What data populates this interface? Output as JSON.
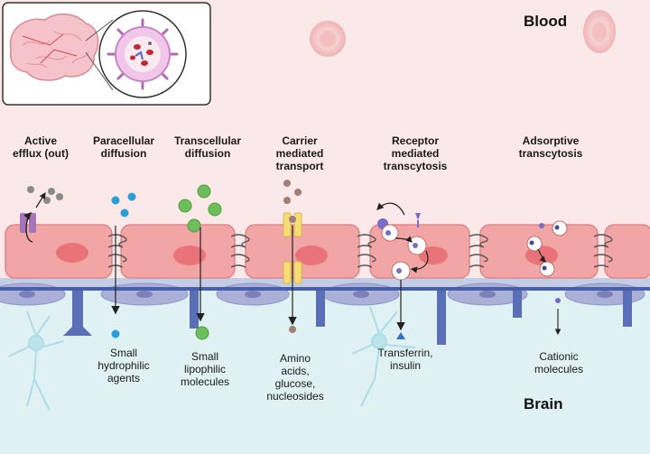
{
  "regions": {
    "top": "Blood",
    "bottom": "Brain"
  },
  "pathways": [
    {
      "title": "Active\nefflux (out)",
      "result": ""
    },
    {
      "title": "Paracellular\ndiffusion",
      "result": "Small\nhydrophilic\nagents"
    },
    {
      "title": "Transcellular\ndiffusion",
      "result": "Small\nlipophilic\nmolecules"
    },
    {
      "title": "Carrier\nmediated\ntransport",
      "result": "Amino\nacids,\nglucose,\nnucleosides"
    },
    {
      "title": "Receptor\nmediated\ntranscytosis",
      "result": "Transferrin,\ninsulin"
    },
    {
      "title": "Adsorptive\ntranscytosis",
      "result": "Cationic\nmolecules"
    }
  ],
  "colors": {
    "blood_bg": "#fbe9e9",
    "brain_bg": "#dff1f3",
    "endothelial_cell": "#f2a5a5",
    "nucleus": "#e8747a",
    "basement_membrane": "#c3cde6",
    "pericyte": "#aab0d8",
    "astrocyte_foot": "#5a6fb6",
    "neuron": "#a8dbe6"
  },
  "icons": [
    "brain-icon",
    "vessel-cross-section-icon",
    "red-blood-cell-icon",
    "neuron-icon",
    "efflux-pump-icon",
    "carrier-transporter-icon",
    "receptor-icon",
    "tight-junction-icon",
    "vesicle-icon"
  ]
}
